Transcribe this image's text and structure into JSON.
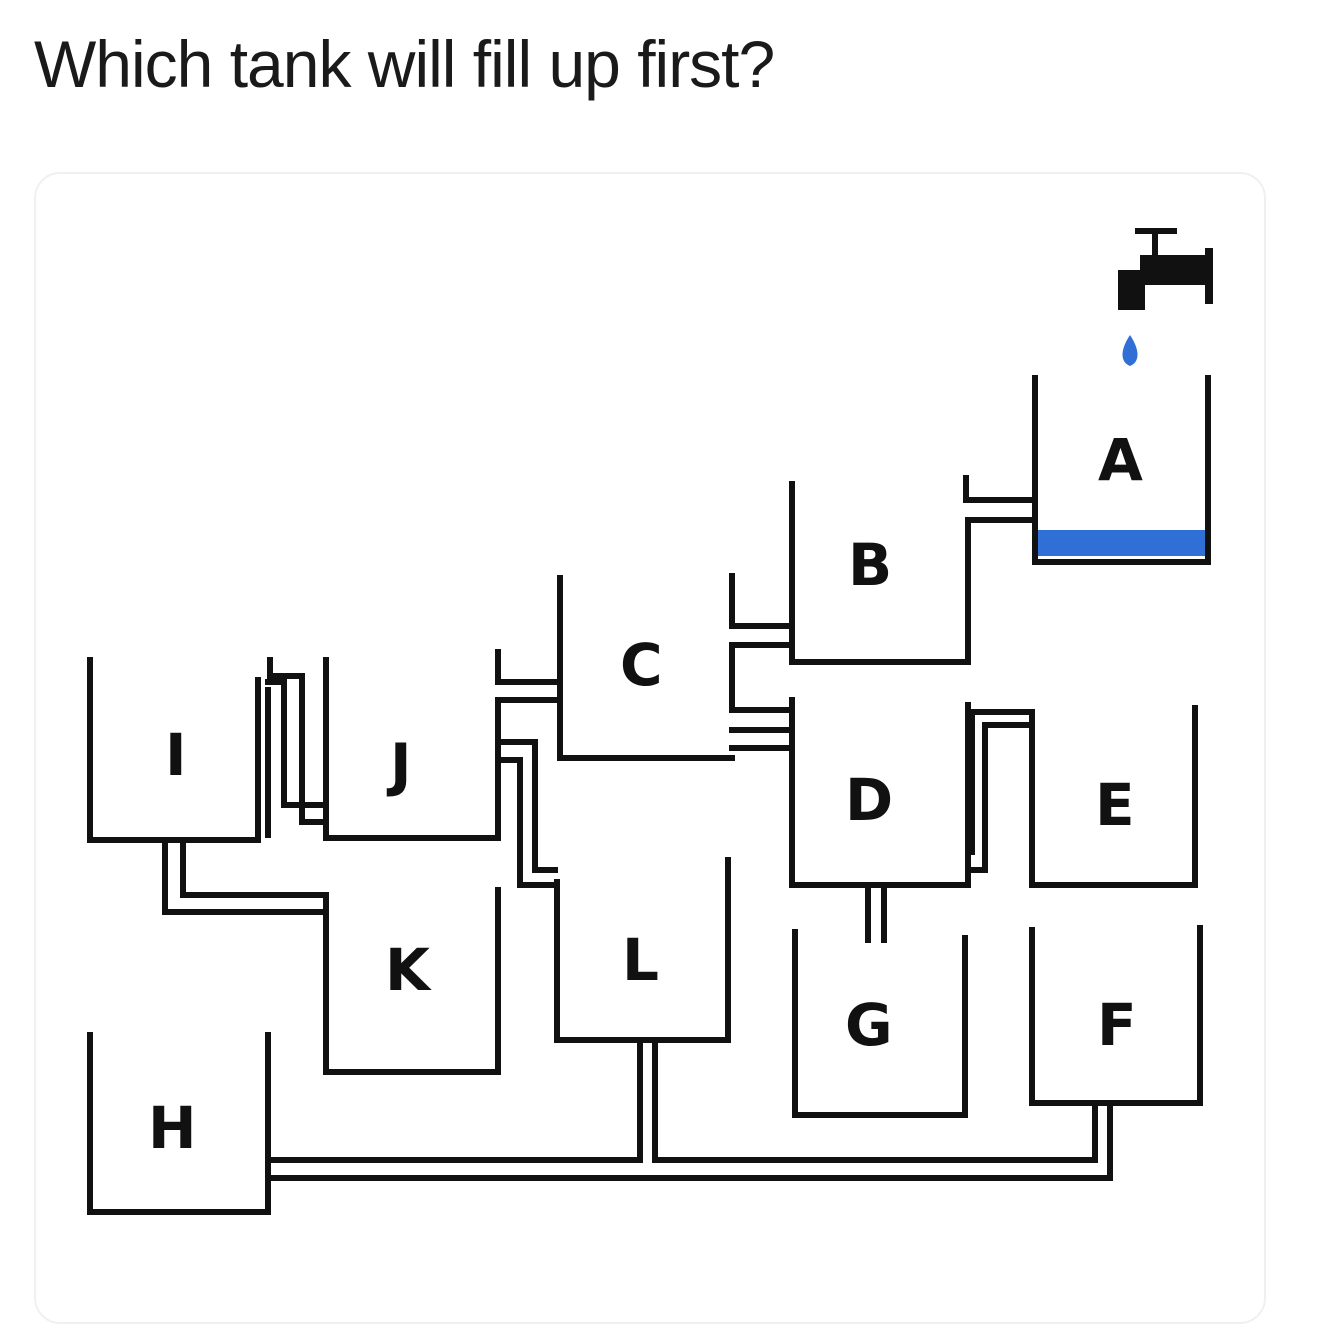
{
  "question": "Which tank will fill up first?",
  "diagram": {
    "tanks": [
      {
        "id": "A",
        "label": "A",
        "water_level": 0.2
      },
      {
        "id": "B",
        "label": "B",
        "water_level": 0
      },
      {
        "id": "C",
        "label": "C",
        "water_level": 0
      },
      {
        "id": "D",
        "label": "D",
        "water_level": 0
      },
      {
        "id": "E",
        "label": "E",
        "water_level": 0
      },
      {
        "id": "F",
        "label": "F",
        "water_level": 0
      },
      {
        "id": "G",
        "label": "G",
        "water_level": 0
      },
      {
        "id": "H",
        "label": "H",
        "water_level": 0
      },
      {
        "id": "I",
        "label": "I",
        "water_level": 0
      },
      {
        "id": "J",
        "label": "J",
        "water_level": 0
      },
      {
        "id": "K",
        "label": "K",
        "water_level": 0
      },
      {
        "id": "L",
        "label": "L",
        "water_level": 0
      }
    ],
    "faucet_icon": "faucet-icon",
    "drop_icon": "water-drop-icon",
    "colors": {
      "water": "#2f6fd6",
      "line": "#111111"
    }
  }
}
